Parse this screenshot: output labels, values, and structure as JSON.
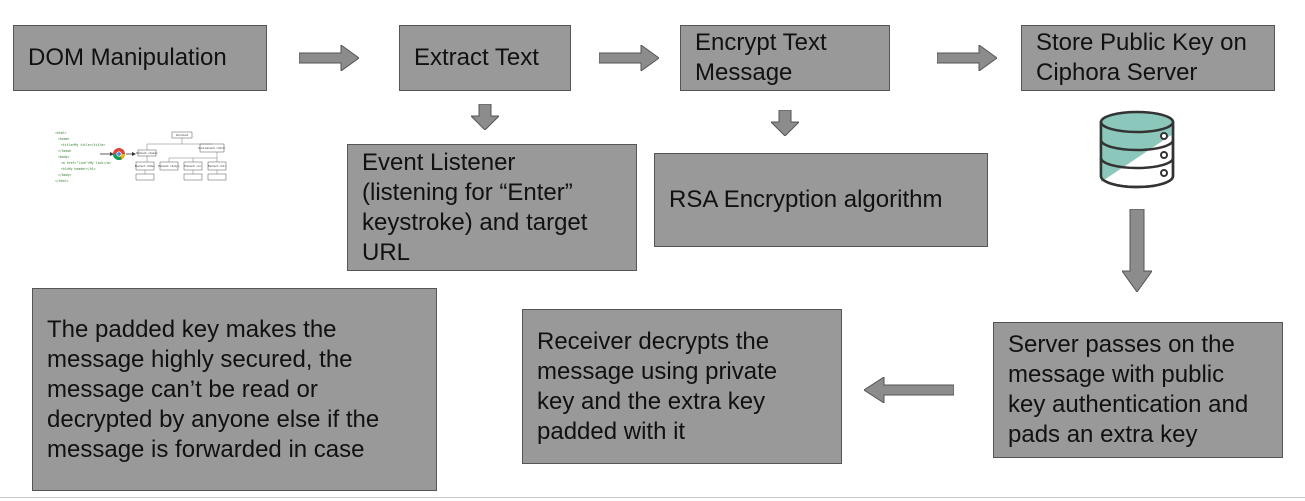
{
  "diagram": {
    "nodes": {
      "dom_manipulation": "DOM Manipulation",
      "extract_text": "Extract Text",
      "encrypt_text": "Encrypt Text\nMessage",
      "store_public_key": "Store Public Key on\nCiphora Server",
      "event_listener": "Event Listener\n(listening for “Enter”\nkeystroke) and target\nURL",
      "rsa_algorithm": "RSA Encryption algorithm",
      "server_passes": "Server passes on the\nmessage with public\nkey authentication and\npads an extra key",
      "receiver_decrypts": "Receiver decrypts the\nmessage using private\nkey and the extra key\npadded with it",
      "padded_key_note": "The padded key makes the\nmessage highly secured, the\nmessage can’t be read or\ndecrypted by anyone else if the\nmessage is forwarded in case"
    },
    "dom_illustration": {
      "code_lines": [
        "<html>",
        "<head>",
        "<title>My title</title>",
        "</head>",
        "<body>",
        "<a href=\"link\">My link</a>",
        "<h1>My header</h1>",
        "</body>",
        "</html>"
      ],
      "tree_root": "Document",
      "tree_nodes": [
        "Root element: <html>",
        "Element: <head>",
        "Element: <body>",
        "Element: <title>",
        "Element: <a>",
        "Element: <h1>"
      ]
    },
    "colors": {
      "box_fill": "#999999",
      "box_border": "#555555",
      "arrow_fill": "#8c8c8c",
      "database_accent": "#8cc7bc"
    },
    "icons": [
      "right-arrow-icon",
      "down-arrow-icon",
      "left-arrow-icon",
      "database-icon",
      "chrome-icon"
    ]
  }
}
